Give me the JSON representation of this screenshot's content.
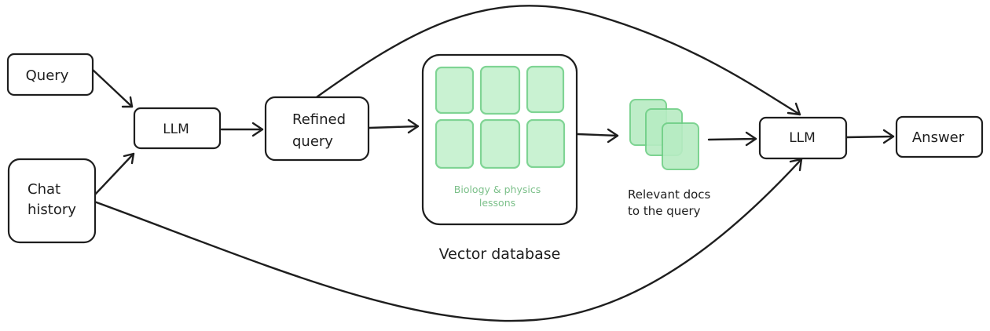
{
  "nodes": {
    "query": "Query",
    "chat_history_line1": "Chat",
    "chat_history_line2": "history",
    "llm_first": "LLM",
    "refined_line1": "Refined",
    "refined_line2": "query",
    "vector_db_caption": "Vector database",
    "vector_db_inner_line1": "Biology & physics",
    "vector_db_inner_line2": "lessons",
    "relevant_docs_line1": "Relevant docs",
    "relevant_docs_line2": "to the query",
    "llm_second": "LLM",
    "answer": "Answer"
  },
  "colors": {
    "ink": "#1e1e1e",
    "tile_fill": "#c9f2d2",
    "tile_stroke": "#7fd494",
    "green_text": "#7cc08a"
  }
}
